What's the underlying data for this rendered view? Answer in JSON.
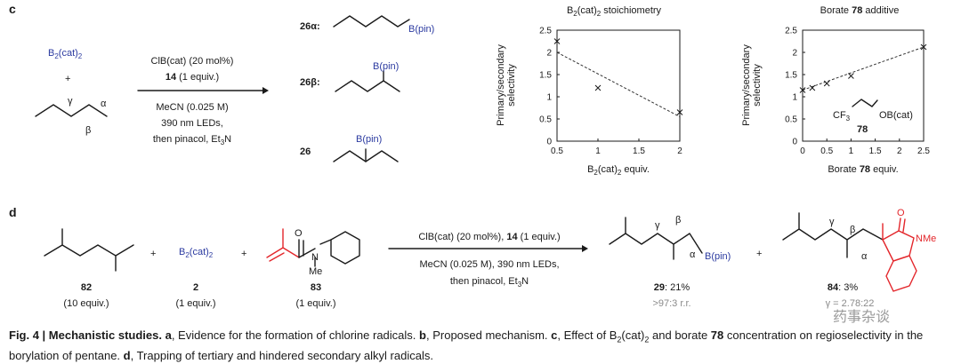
{
  "panel_c": {
    "label": "c",
    "reagent_b2cat2": "B2(cat)2",
    "plus": "+",
    "greek_gamma": "γ",
    "greek_beta": "β",
    "greek_alpha": "α",
    "cond_line1": "ClB(cat) (20 mol%)",
    "cond_line2_num": "14",
    "cond_line2_rest": " (1 equiv.)",
    "cond_line3": "MeCN (0.025 M)",
    "cond_line4": "390 nm LEDs,",
    "cond_line5": "then pinacol, Et3N",
    "prod_alpha_label": "26α:",
    "prod_beta_label": "26β:",
    "prod_26_label": "26",
    "bpin": "B(pin)"
  },
  "chart_data": [
    {
      "type": "scatter",
      "title": "B2(cat)2 stoichiometry",
      "xlabel": "B2(cat)2 equiv.",
      "ylabel": "Primary/secondary selectivity",
      "xlim": [
        0.5,
        2
      ],
      "ylim": [
        0,
        2.5
      ],
      "xticks": [
        "0.5",
        "1",
        "1.5",
        "2"
      ],
      "yticks": [
        "0",
        "0.5",
        "1",
        "1.5",
        "2",
        "2.5"
      ],
      "points": [
        [
          0.5,
          2.25
        ],
        [
          1.0,
          1.2
        ],
        [
          2.0,
          0.65
        ]
      ],
      "fit_line": [
        [
          0.5,
          2.0
        ],
        [
          2.0,
          0.55
        ]
      ],
      "marker": "x",
      "grid": false
    },
    {
      "type": "scatter",
      "title": "Borate 78 additive",
      "xlabel": "Borate 78 equiv.",
      "ylabel": "Primary/secondary selectivity",
      "xlim": [
        0,
        2.5
      ],
      "ylim": [
        0,
        2.5
      ],
      "xticks": [
        "0",
        "0.5",
        "1",
        "1.5",
        "2",
        "2.5"
      ],
      "yticks": [
        "0",
        "0.5",
        "1",
        "1.5",
        "2",
        "2.5"
      ],
      "points": [
        [
          0.0,
          1.15
        ],
        [
          0.2,
          1.2
        ],
        [
          0.5,
          1.3
        ],
        [
          1.0,
          1.47
        ],
        [
          2.5,
          2.12
        ]
      ],
      "fit_line": [
        [
          0.0,
          1.15
        ],
        [
          2.5,
          2.12
        ]
      ],
      "marker": "x",
      "grid": false,
      "inset_label_cf3": "CF3",
      "inset_label_ob": "OB(cat)",
      "inset_label_num": "78"
    }
  ],
  "panel_d": {
    "label": "d",
    "c82_num": "82",
    "c82_eq": "(10 equiv.)",
    "plus": "+",
    "c2_name": "B2(cat)2",
    "c2_num": "2",
    "c2_eq": "(1 equiv.)",
    "c83_num": "83",
    "c83_eq": "(1 equiv.)",
    "c83_O": "O",
    "c83_N": "N",
    "c83_Me": "Me",
    "cond_line1_a": "ClB(cat) (20 mol%), ",
    "cond_line1_num": "14",
    "cond_line1_b": " (1 equiv.)",
    "cond_line2": "MeCN (0.025 M), 390 nm LEDs,",
    "cond_line3": "then pinacol, Et3N",
    "p29_num": "29",
    "p29_yield": ": 21%",
    "p29_rr": ">97:3 r.r.",
    "p84_num": "84",
    "p84_yield": ": 3%",
    "p84_ratio": "γ = 2.78:22",
    "bpin": "B(pin)",
    "O": "O",
    "NMe": "NMe"
  },
  "caption": {
    "fig": "Fig. 4 | Mechanistic studies.",
    "a_label": "a",
    "a_text": ", Evidence for the formation of chlorine radicals. ",
    "b_label": "b",
    "b_text": ", Proposed mechanism. ",
    "c_label": "c",
    "c_text": ", Effect of B2(cat)2 and borate ",
    "c_num": "78",
    "c_text2": " concentration on regioselectivity in the borylation of pentane. ",
    "d_label": "d",
    "d_text": ", Trapping of tertiary and hindered secondary alkyl radicals."
  },
  "watermark": "药事杂谈"
}
